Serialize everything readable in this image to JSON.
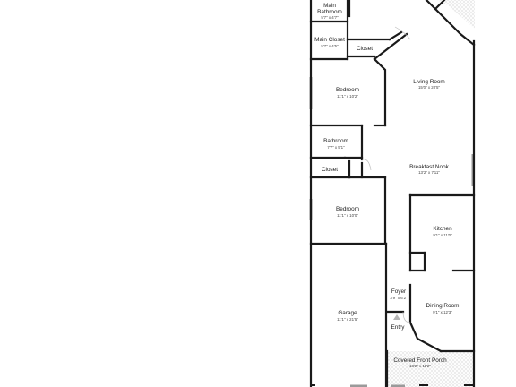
{
  "colors": {
    "wall": "#1a1a1a",
    "floor": "#ffffff",
    "window": "#9a9a9a",
    "porch_pattern": "#e2e2e2",
    "marker": "#b5b5b5"
  },
  "rooms": {
    "main_bathroom": {
      "name_line1": "Main",
      "name_line2": "Bathroom",
      "dims": "5'7\" x 4'7\""
    },
    "main_closet": {
      "name": "Main Closet",
      "dims": "5'7\" x 4'5\""
    },
    "closet_upper": {
      "name": "Closet"
    },
    "living_room": {
      "name": "Living Room",
      "dims": "15'0\" x 20'5\""
    },
    "bedroom_upper": {
      "name": "Bedroom",
      "dims": "11'1\" x 10'2\""
    },
    "bathroom": {
      "name": "Bathroom",
      "dims": "7'7\" x 5'1\""
    },
    "breakfast_nook": {
      "name": "Breakfast Nook",
      "dims": "13'2\" x 7'11\""
    },
    "closet_lower": {
      "name": "Closet"
    },
    "bedroom_lower": {
      "name": "Bedroom",
      "dims": "11'1\" x 10'0\""
    },
    "kitchen": {
      "name": "Kitchen",
      "dims": "9'1\" x 11'0\""
    },
    "foyer": {
      "name": "Foyer",
      "dims": "3'9\" x 6'2\""
    },
    "garage": {
      "name": "Garage",
      "dims": "11'1\" x 21'5\""
    },
    "dining_room": {
      "name": "Dining Room",
      "dims": "9'1\" x 12'3\""
    },
    "entry": {
      "name": "Entry"
    },
    "covered_front_porch": {
      "name": "Covered Front Porch",
      "dims": "13'2\" x 11'2\""
    }
  }
}
